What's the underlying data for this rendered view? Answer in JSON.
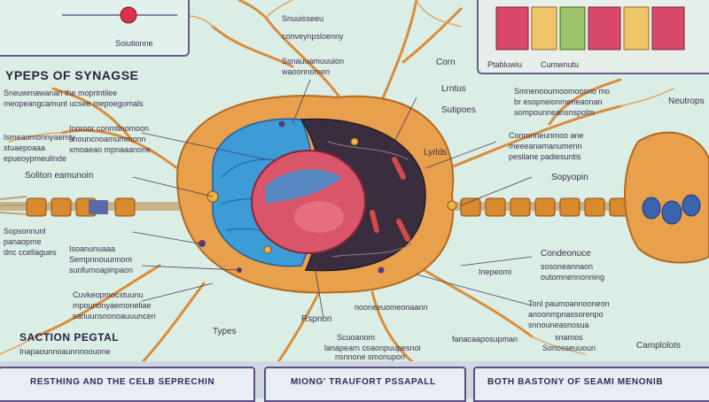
{
  "title": "YPEPS OF SYNAGSE",
  "labels": {
    "top_left_caption": "Soiutionne",
    "top_mid_1": "Snuuisseeu",
    "top_mid_2": "conveynpsloenny",
    "top_mid_3": "Ssnauuamuuuion",
    "top_mid_4": "waoonnomen",
    "top_right_a": "Ptabluwiu",
    "top_right_b": "Cumwnutu",
    "corn": "Corn",
    "lrntus": "Lrntus",
    "sutiposs": "Sutipoes",
    "left_1": "Sneuwmawanan the moprintilee",
    "left_1b": "meopeangcamunt ucsee mepoegomals",
    "left_2": "Ismeaomonnyaemly",
    "left_2b": "stuaepoaaa",
    "left_2c": "epueoypmeulinde",
    "left_3": "Inoroor conmtinomoon",
    "left_3b": "snouncnoamummonn",
    "left_3c": "xmoaeao mpnaaanone",
    "section_label": "Soliton eamunoin",
    "left_4": "Sopsonnunl",
    "left_4b": "panaopme",
    "left_4c": "dnc ccellagues",
    "left_5": "Isoanunuaaa",
    "left_5b": "Sempnnouunnom",
    "left_5c": "sunfurnoapinpaon",
    "left_6": "Cuvkeopmocstuunu",
    "left_6b": "mpounonyaemoneliae",
    "left_6c": "sanuunsnonoauuuncen",
    "section_pectal": "SACTION PEGTAL",
    "section_pectal_sub": "Inapaounnoaunnnoouone",
    "right_1": "Smnenooumoomoosno mo",
    "right_1b": "br esopneionmeneaonan",
    "right_1c": "sompounneansnspolm",
    "right_2": "Conronneunmoo ane",
    "right_2b": "meeeanamanumenn",
    "right_2c": "pesilane padiesuntis",
    "lyrlds": "Lyrlds",
    "sopyopin": "Sopyopin",
    "neurons": "Neutrops",
    "right_3": "Condeonuce",
    "right_3b": "sosoneannaon",
    "right_3c": "outomnennonning",
    "right_4": "Tonl paumoannooneon",
    "right_4b": "anoonmpnassorenpo",
    "right_4c": "snnouneasnosua",
    "right_4d": "snamos",
    "right_4e": "Sonosseuuoun",
    "right_5": "Camplolots",
    "bottom_mid_1": "Inepeomi",
    "bottom_mid_2": "Scuoanom",
    "bottom_mid_3": "lanapearn coaonpuupesnoi",
    "bottom_mid_4": "fanacaaposupman",
    "types": "Types",
    "center_bottom": "Rspnon",
    "center_bottom_b": "nooneeuomeonaann",
    "center_bottom_c": "nsnnone smonupon"
  },
  "bottom_panels": {
    "p1": "RESTHING AND THE CELB SEPRECHIN",
    "p2": "MIONG' TRAUFORT PSSAPALL",
    "p3": "BOTH BASTONY OF SEAMI MENONIB"
  },
  "colors": {
    "background": "#dbeee6",
    "neuron": "#e8a04c",
    "neuron_dark": "#c77a2a",
    "nucleus": "#d9566a",
    "cytoplasm_blue": "#3d9bd6",
    "dark_region": "#3a2e3e",
    "myelin": "#d98a2c",
    "panel_border": "#5b4d86"
  }
}
